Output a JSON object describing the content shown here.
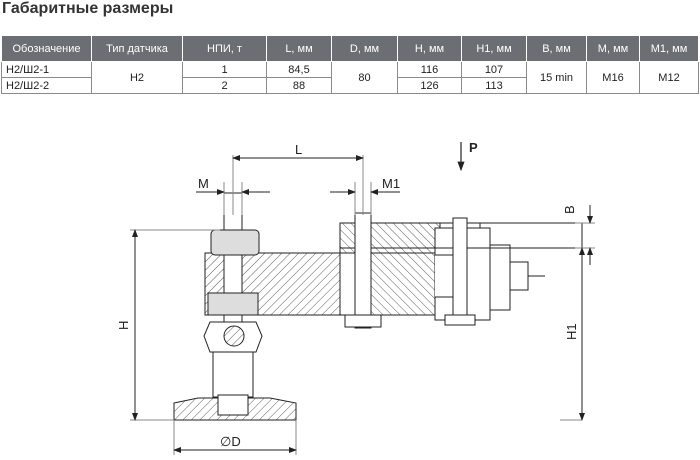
{
  "page": {
    "title": "Габаритные размеры"
  },
  "table": {
    "headers": [
      "Обозначение",
      "Тип датчика",
      "НПИ, т",
      "L, мм",
      "D, мм",
      "H, мм",
      "H1, мм",
      "B, мм",
      "M, мм",
      "M1, мм"
    ],
    "rows": [
      {
        "designation": "Н2/Ш2-1",
        "npi": "1",
        "L": "84,5",
        "H": "116",
        "H1": "107"
      },
      {
        "designation": "Н2/Ш2-2",
        "npi": "2",
        "L": "88",
        "H": "126",
        "H1": "113"
      }
    ],
    "merged": {
      "sensor_type": "Н2",
      "D": "80",
      "B": "15 min",
      "M": "M16",
      "M1": "M12"
    }
  },
  "drawing": {
    "labels": {
      "L": "L",
      "M": "M",
      "M1": "M1",
      "P": "P",
      "B": "B",
      "H": "H",
      "H1": "H1",
      "D": "∅D"
    }
  }
}
